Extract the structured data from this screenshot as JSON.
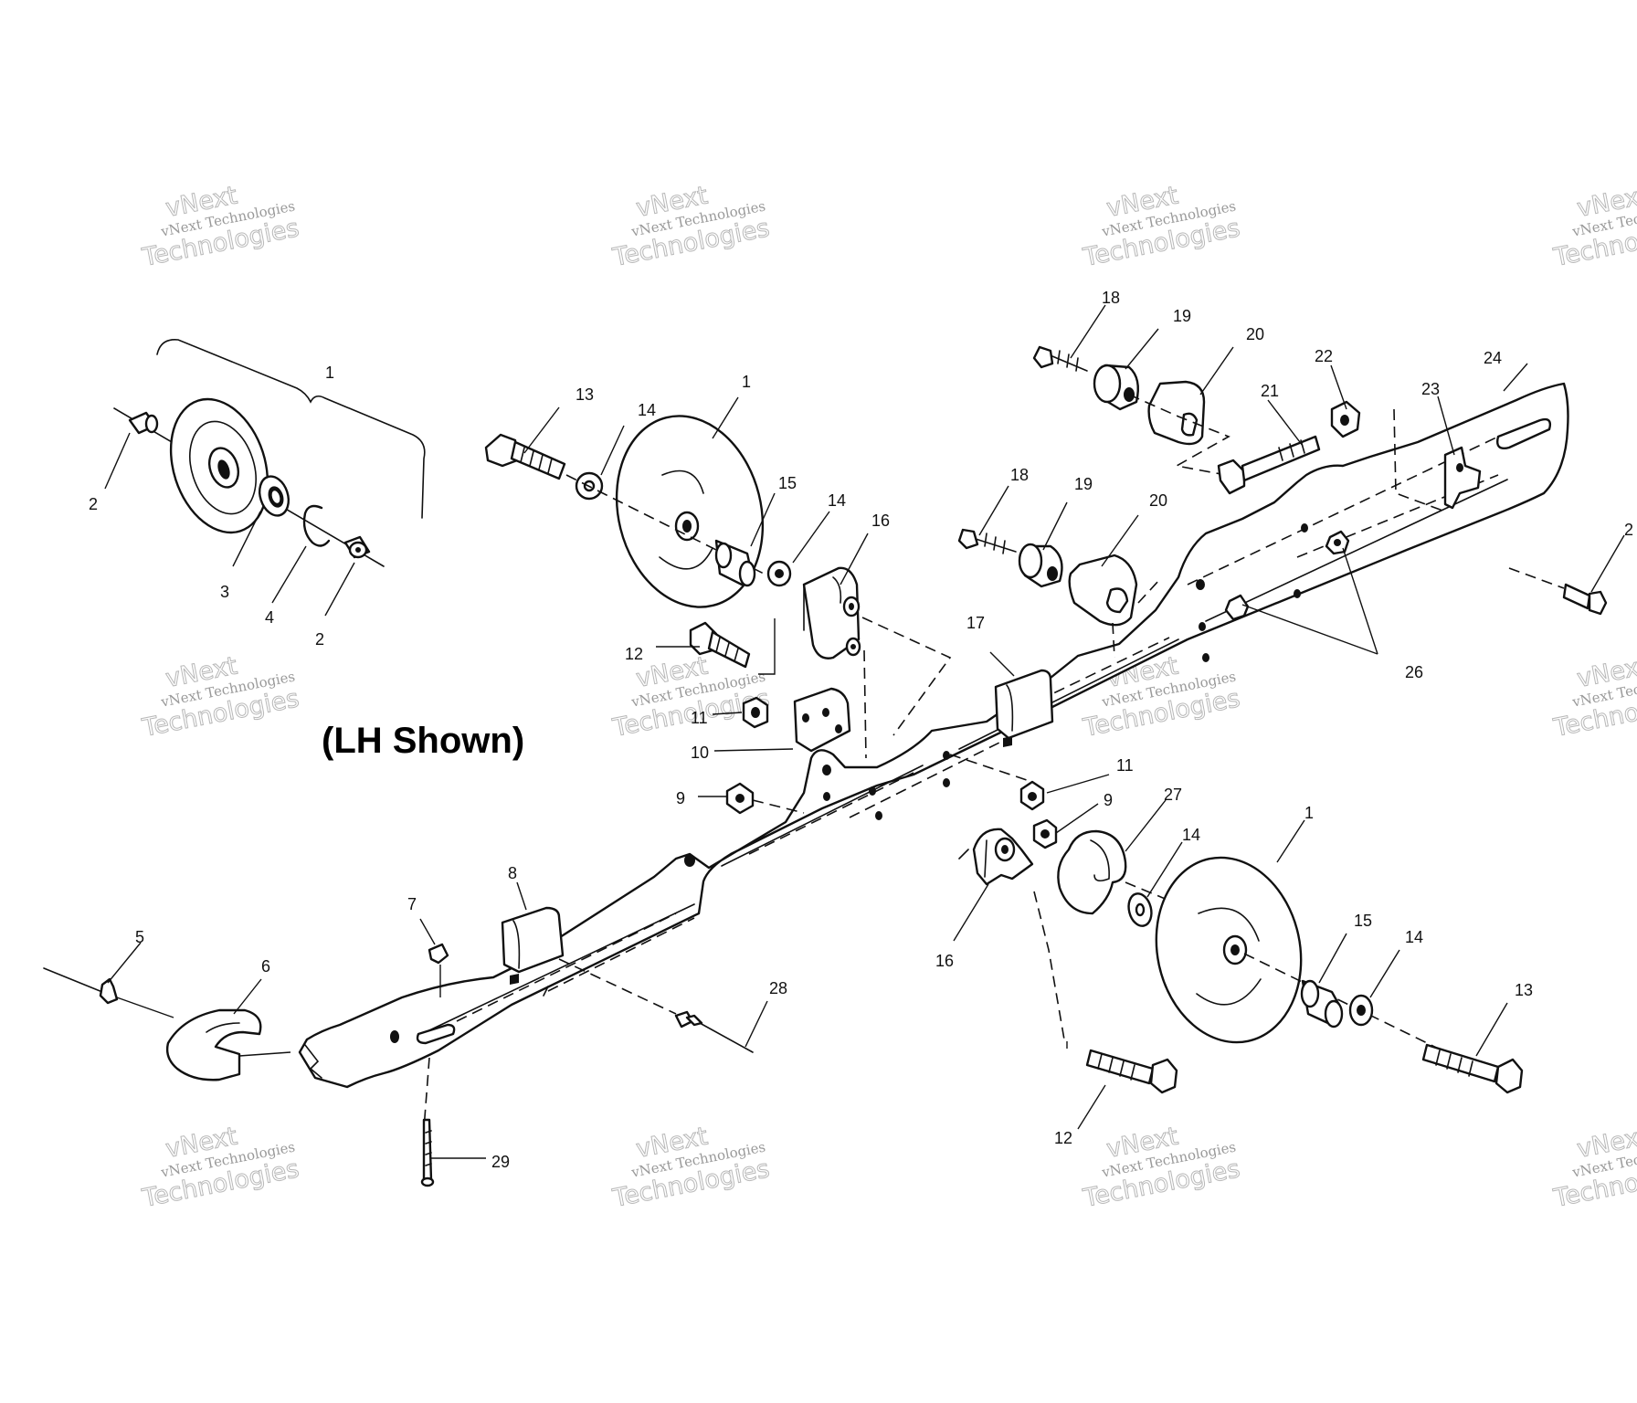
{
  "caption": "(LH Shown)",
  "callouts": {
    "c1a": "1",
    "c2a": "2",
    "c3": "3",
    "c4": "4",
    "c2b": "2",
    "c13a": "13",
    "c14a": "14",
    "c1b": "1",
    "c15a": "15",
    "c14b": "14",
    "c16a": "16",
    "c18a": "18",
    "c19a": "19",
    "c20a": "20",
    "c18b": "18",
    "c19b": "19",
    "c20b": "20",
    "c22": "22",
    "c21": "21",
    "c23": "23",
    "c24": "24",
    "c25": "2",
    "c12a": "12",
    "c11a": "11",
    "c10": "10",
    "c9a": "9",
    "c17": "17",
    "c26": "26",
    "c11b": "11",
    "c9b": "9",
    "c27": "27",
    "c14c": "14",
    "c1c": "1",
    "c16b": "16",
    "c7": "7",
    "c8": "8",
    "c5": "5",
    "c6": "6",
    "c28": "28",
    "c29": "29",
    "c15b": "15",
    "c14d": "14",
    "c13b": "13",
    "c12b": "12"
  },
  "watermark": {
    "line1": "vNext Technologies",
    "line2": "Technologies",
    "line3": "vNext"
  },
  "colors": {
    "ink": "#111111",
    "watermark": "#b8b8b8",
    "background": "#ffffff"
  }
}
